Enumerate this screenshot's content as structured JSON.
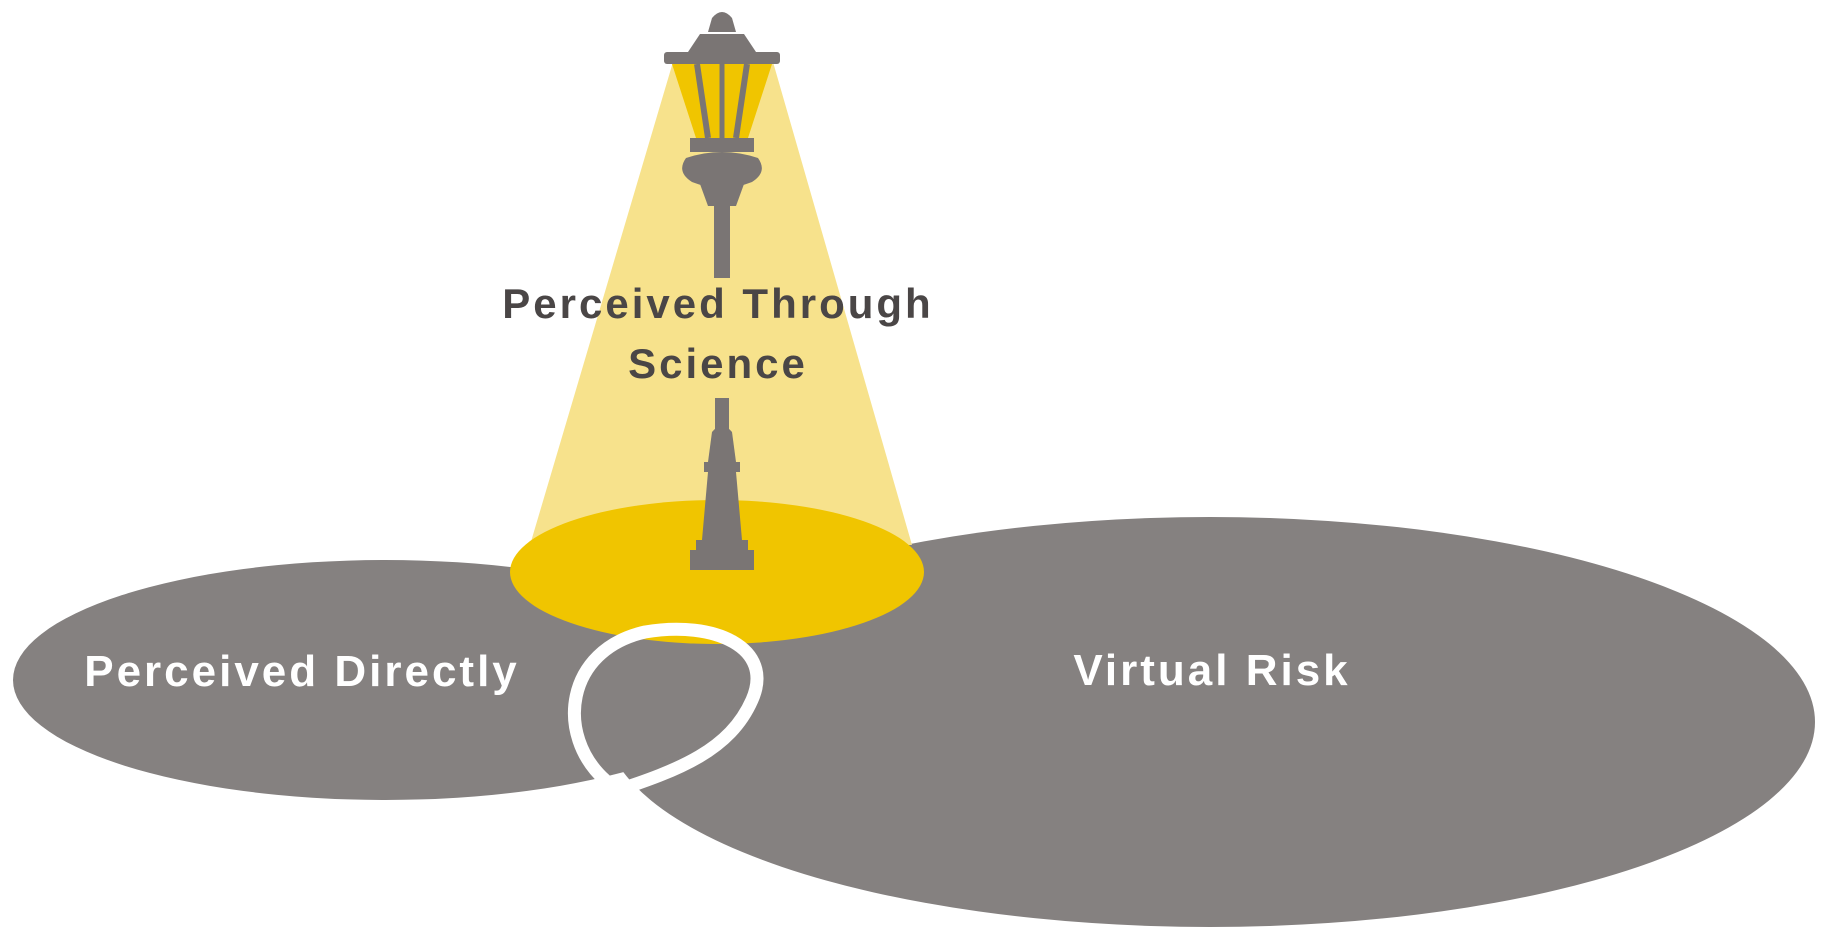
{
  "diagram": {
    "labels": {
      "perceived_directly": "Perceived Directly",
      "virtual_risk": "Virtual Risk",
      "perceived_through_science_line1": "Perceived Through",
      "perceived_through_science_line2": "Science"
    },
    "colors": {
      "gray_region": "#858180",
      "lamp_gray": "#7a7574",
      "light_beam": "#f7e28c",
      "light_pool": "#f0c500",
      "lamp_glass": "#f0c500",
      "connector": "#ffffff",
      "dark_text": "#4a4646",
      "light_text": "#ffffff"
    },
    "icons": {
      "lamp": "street-lamp-icon"
    }
  }
}
